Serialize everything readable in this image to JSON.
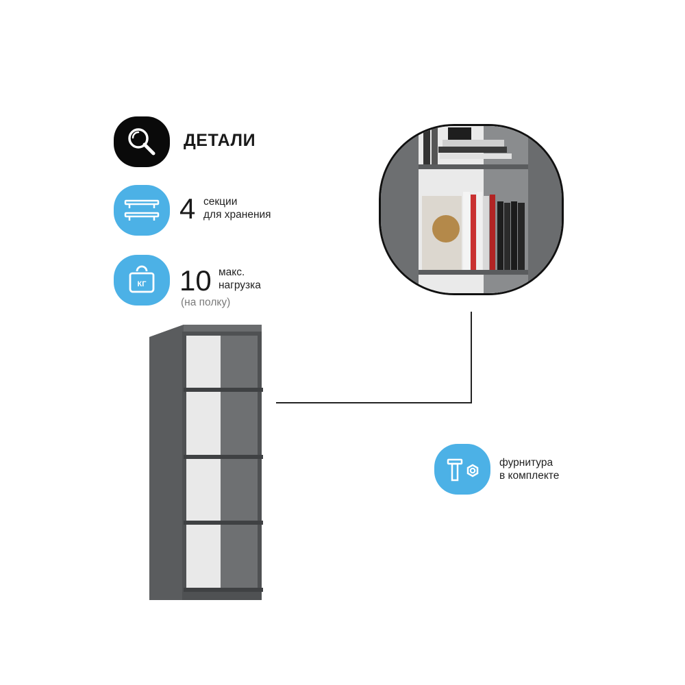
{
  "details": {
    "title": "ДЕТАЛИ",
    "icon": "magnifier-icon"
  },
  "sections": {
    "number": "4",
    "line1": "секции",
    "line2": "для хранения",
    "icon": "shelves-icon"
  },
  "load": {
    "number": "10",
    "line1": "макс.",
    "line2": "нагрузка",
    "note": "(на полку)",
    "icon": "weight-kg-icon",
    "icon_text": "КГ"
  },
  "fittings": {
    "line1": "фурнитура",
    "line2": "в комплекте",
    "icon": "bolt-nut-icon"
  },
  "colors": {
    "accent": "#4cb1e6",
    "dark_badge": "#0a0a0a",
    "shelf_gray": "#5a5c5e"
  }
}
